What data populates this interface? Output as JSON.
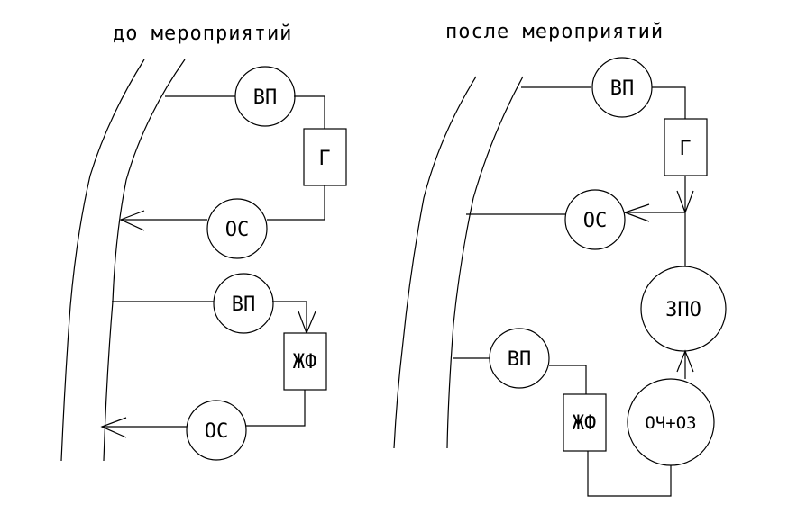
{
  "titles": {
    "before": "до мероприятий",
    "after": "после мероприятий"
  },
  "labels": {
    "vp": "ВП",
    "g": "Г",
    "os": "ОС",
    "zhf": "ЖФ",
    "zpo": "ЗПО",
    "och_oz": "ОЧ+ОЗ"
  }
}
